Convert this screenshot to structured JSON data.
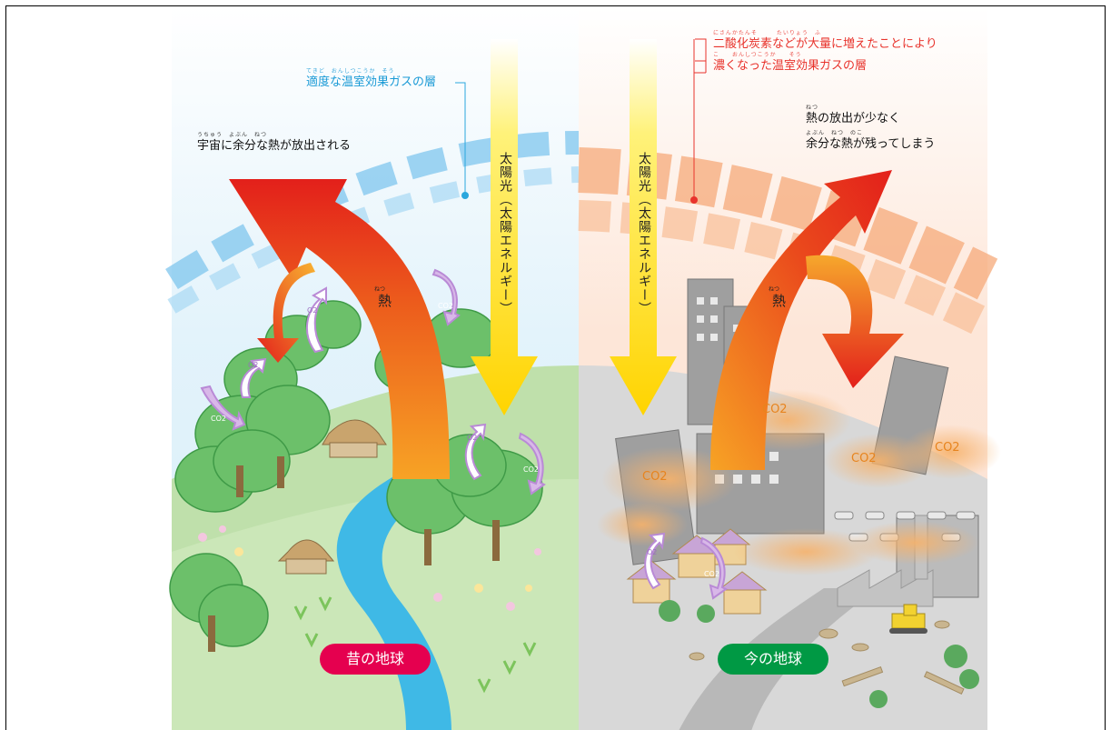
{
  "left": {
    "gas_layer_ruby": "てきど　おんしつこうか　そう",
    "gas_layer_label": "適度な温室効果ガスの層",
    "heat_release_ruby": "うちゅう　よぶん　ねつ",
    "heat_release_label": "宇宙に余分な熱が放出される",
    "sunlight_label": "太陽光（太陽エネルギー）",
    "heat_ruby": "ねつ",
    "heat_label": "熱",
    "earth_badge": "昔の地球",
    "o2_labels": [
      "O2",
      "O2",
      "O2"
    ],
    "co2_labels": [
      "CO2",
      "CO2",
      "CO2"
    ]
  },
  "right": {
    "co2_increase_ruby": "にさんかたんそ　　　たいりょう　ふ",
    "co2_increase_label": "二酸化炭素などが大量に増えたことにより",
    "thick_layer_ruby": "こ　　おんしつこうか　　そう",
    "thick_layer_label": "濃くなった温室効果ガスの層",
    "heat_remain_ruby1": "ねつ",
    "heat_remain_line1": "熱の放出が少なく",
    "heat_remain_ruby2": "よぶん　ねつ　のこ",
    "heat_remain_line2": "余分な熱が残ってしまう",
    "sunlight_label": "太陽光（太陽エネルギー）",
    "heat_ruby": "ねつ",
    "heat_label": "熱",
    "earth_badge": "今の地球",
    "co2_big_labels": [
      "CO2",
      "CO2",
      "CO2",
      "CO2"
    ],
    "o2_labels": [
      "O2"
    ],
    "co2_labels": [
      "CO2"
    ]
  },
  "colors": {
    "left_layer": "#2aa7dd",
    "right_layer": "#e8332c",
    "left_badge": "#e5004f",
    "right_badge": "#009944",
    "sun": "#ffd900",
    "heat": "#e94b1b"
  }
}
